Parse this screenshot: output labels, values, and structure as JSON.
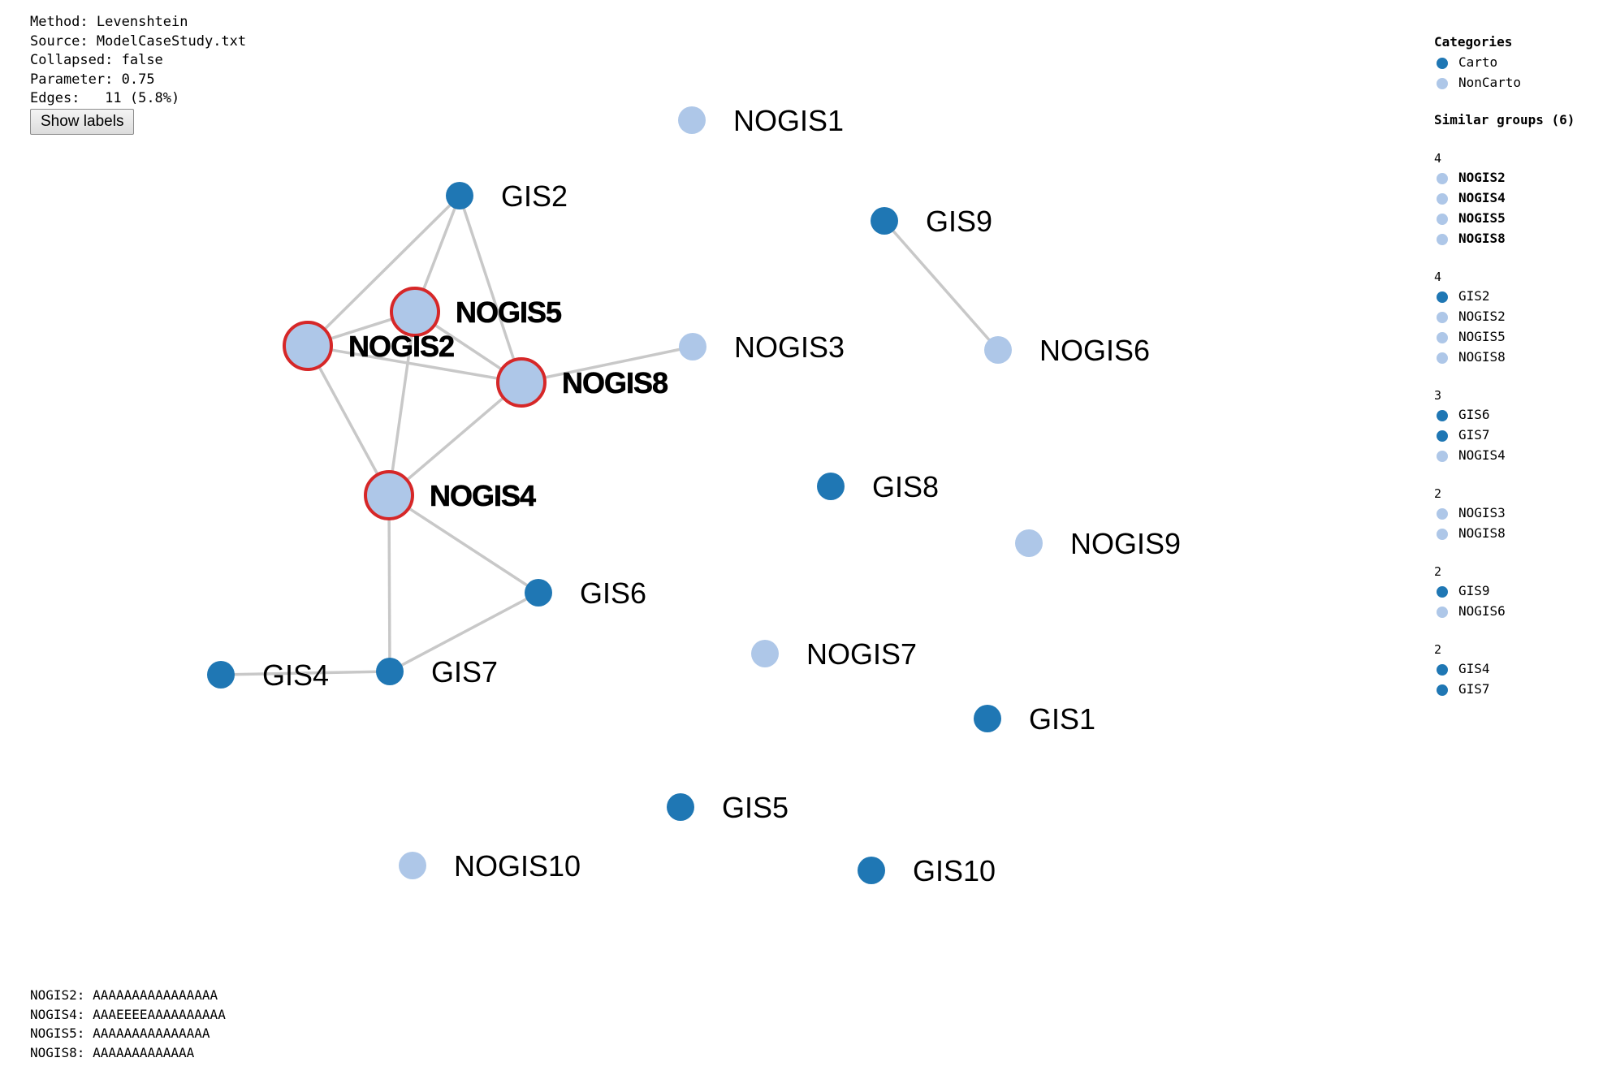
{
  "info": {
    "rows": [
      {
        "key": "Method",
        "value": "Levenshtein"
      },
      {
        "key": "Source",
        "value": "ModelCaseStudy.txt"
      },
      {
        "key": "Collapsed",
        "value": "false"
      },
      {
        "key": "Parameter",
        "value": "0.75"
      },
      {
        "key": "Edges",
        "value": "  11 (5.8%)"
      }
    ]
  },
  "controls": {
    "show_labels_label": "Show labels"
  },
  "colors": {
    "Carto": "#1f77b4",
    "NonCarto": "#aec7e8",
    "selected_stroke": "#d62728",
    "edge": "#c8c8c8"
  },
  "legend": {
    "categories_title": "Categories",
    "categories": [
      {
        "name": "Carto",
        "category": "Carto"
      },
      {
        "name": "NonCarto",
        "category": "NonCarto"
      }
    ],
    "similar_title": "Similar groups (6)",
    "groups": [
      {
        "size": "4",
        "members": [
          {
            "name": "NOGIS2",
            "category": "NonCarto",
            "bold": true
          },
          {
            "name": "NOGIS4",
            "category": "NonCarto",
            "bold": true
          },
          {
            "name": "NOGIS5",
            "category": "NonCarto",
            "bold": true
          },
          {
            "name": "NOGIS8",
            "category": "NonCarto",
            "bold": true
          }
        ]
      },
      {
        "size": "4",
        "members": [
          {
            "name": "GIS2",
            "category": "Carto",
            "bold": false
          },
          {
            "name": "NOGIS2",
            "category": "NonCarto",
            "bold": false
          },
          {
            "name": "NOGIS5",
            "category": "NonCarto",
            "bold": false
          },
          {
            "name": "NOGIS8",
            "category": "NonCarto",
            "bold": false
          }
        ]
      },
      {
        "size": "3",
        "members": [
          {
            "name": "GIS6",
            "category": "Carto",
            "bold": false
          },
          {
            "name": "GIS7",
            "category": "Carto",
            "bold": false
          },
          {
            "name": "NOGIS4",
            "category": "NonCarto",
            "bold": false
          }
        ]
      },
      {
        "size": "2",
        "members": [
          {
            "name": "NOGIS3",
            "category": "NonCarto",
            "bold": false
          },
          {
            "name": "NOGIS8",
            "category": "NonCarto",
            "bold": false
          }
        ]
      },
      {
        "size": "2",
        "members": [
          {
            "name": "GIS9",
            "category": "Carto",
            "bold": false
          },
          {
            "name": "NOGIS6",
            "category": "NonCarto",
            "bold": false
          }
        ]
      },
      {
        "size": "2",
        "members": [
          {
            "name": "GIS4",
            "category": "Carto",
            "bold": false
          },
          {
            "name": "GIS7",
            "category": "Carto",
            "bold": false
          }
        ]
      }
    ]
  },
  "graph": {
    "nodes": [
      {
        "id": "NOGIS1",
        "category": "NonCarto",
        "selected": false
      },
      {
        "id": "GIS2",
        "category": "Carto",
        "selected": false
      },
      {
        "id": "GIS9",
        "category": "Carto",
        "selected": false
      },
      {
        "id": "NOGIS5",
        "category": "NonCarto",
        "selected": true
      },
      {
        "id": "NOGIS2",
        "category": "NonCarto",
        "selected": true
      },
      {
        "id": "NOGIS3",
        "category": "NonCarto",
        "selected": false
      },
      {
        "id": "NOGIS6",
        "category": "NonCarto",
        "selected": false
      },
      {
        "id": "NOGIS8",
        "category": "NonCarto",
        "selected": true
      },
      {
        "id": "NOGIS4",
        "category": "NonCarto",
        "selected": true
      },
      {
        "id": "GIS8",
        "category": "Carto",
        "selected": false
      },
      {
        "id": "NOGIS9",
        "category": "NonCarto",
        "selected": false
      },
      {
        "id": "GIS6",
        "category": "Carto",
        "selected": false
      },
      {
        "id": "NOGIS7",
        "category": "NonCarto",
        "selected": false
      },
      {
        "id": "GIS4",
        "category": "Carto",
        "selected": false
      },
      {
        "id": "GIS7",
        "category": "Carto",
        "selected": false
      },
      {
        "id": "GIS1",
        "category": "Carto",
        "selected": false
      },
      {
        "id": "GIS5",
        "category": "Carto",
        "selected": false
      },
      {
        "id": "NOGIS10",
        "category": "NonCarto",
        "selected": false
      },
      {
        "id": "GIS10",
        "category": "Carto",
        "selected": false
      }
    ],
    "edges": [
      [
        "GIS2",
        "NOGIS2"
      ],
      [
        "GIS2",
        "NOGIS5"
      ],
      [
        "GIS2",
        "NOGIS8"
      ],
      [
        "NOGIS2",
        "NOGIS5"
      ],
      [
        "NOGIS2",
        "NOGIS8"
      ],
      [
        "NOGIS5",
        "NOGIS8"
      ],
      [
        "NOGIS2",
        "NOGIS4"
      ],
      [
        "NOGIS5",
        "NOGIS4"
      ],
      [
        "NOGIS8",
        "NOGIS4"
      ],
      [
        "NOGIS8",
        "NOGIS3"
      ],
      [
        "GIS9",
        "NOGIS6"
      ],
      [
        "NOGIS4",
        "GIS6"
      ],
      [
        "NOGIS4",
        "GIS7"
      ],
      [
        "GIS6",
        "GIS7"
      ],
      [
        "GIS4",
        "GIS7"
      ]
    ]
  },
  "sequences": [
    {
      "name": "NOGIS2",
      "value": "AAAAAAAAAAAAAAAA"
    },
    {
      "name": "NOGIS4",
      "value": "AAAEEEEAAAAAAAAAA"
    },
    {
      "name": "NOGIS5",
      "value": "AAAAAAAAAAAAAAA"
    },
    {
      "name": "NOGIS8",
      "value": "AAAAAAAAAAAAA"
    }
  ]
}
